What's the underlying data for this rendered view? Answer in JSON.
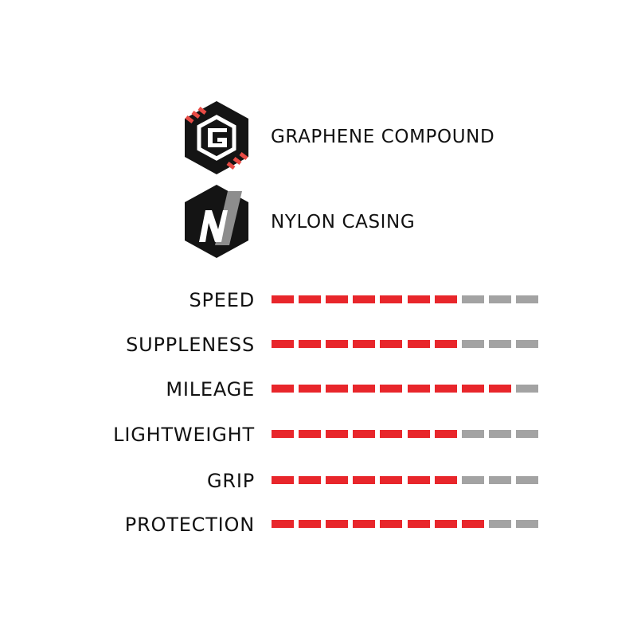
{
  "colors": {
    "filled": "#e8262b",
    "empty": "#a3a3a3",
    "badge_dark": "#141414",
    "badge_accent_red": "#e84b45",
    "badge_accent_gray": "#8d8d8d"
  },
  "features": [
    {
      "icon": "graphene-g-hexagon-icon",
      "label": "GRAPHENE COMPOUND"
    },
    {
      "icon": "nylon-n-hexagon-icon",
      "label": "NYLON CASING"
    }
  ],
  "rating_scale_max": 10,
  "ratings": [
    {
      "label": "SPEED",
      "value": 7
    },
    {
      "label": "SUPPLENESS",
      "value": 7
    },
    {
      "label": "MILEAGE",
      "value": 9
    },
    {
      "label": "LIGHTWEIGHT",
      "value": 7
    },
    {
      "label": "GRIP",
      "value": 7
    },
    {
      "label": "PROTECTION",
      "value": 8
    }
  ]
}
